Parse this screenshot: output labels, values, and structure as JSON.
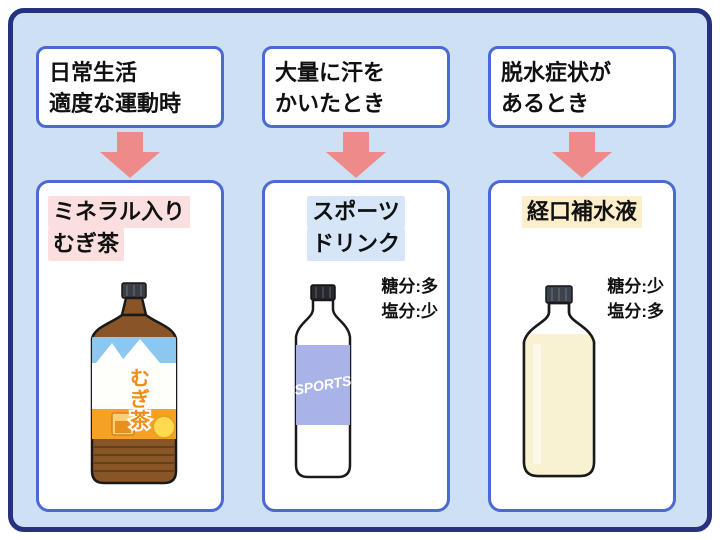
{
  "colors": {
    "background": "#cde0f4",
    "frame_border": "#26317f",
    "box_border": "#4a69d2",
    "arrow": "#ee8a8a",
    "text": "#111111"
  },
  "columns": [
    {
      "situation": [
        "日常生活",
        "適度な運動時"
      ],
      "drink": [
        "ミネラル入り",
        "むぎ茶"
      ],
      "highlight": "#fbdede",
      "nutrients": [],
      "bottle": "barley-tea"
    },
    {
      "situation": [
        "大量に汗を",
        "かいたとき"
      ],
      "drink": [
        "スポーツ",
        "ドリンク"
      ],
      "highlight": "#d6e6f8",
      "nutrients": [
        "糖分:多",
        "塩分:少"
      ],
      "bottle": "sports-drink"
    },
    {
      "situation": [
        "脱水症状が",
        "あるとき"
      ],
      "drink": [
        "経口補水液",
        ""
      ],
      "highlight": "#fdeecb",
      "nutrients": [
        "糖分:少",
        "塩分:多"
      ],
      "bottle": "oral-rehydration-solution"
    }
  ],
  "bottles": {
    "sports": {
      "label": "SPORTS"
    },
    "barley_tea": {
      "chars": [
        "む",
        "ぎ",
        "茶"
      ]
    }
  }
}
